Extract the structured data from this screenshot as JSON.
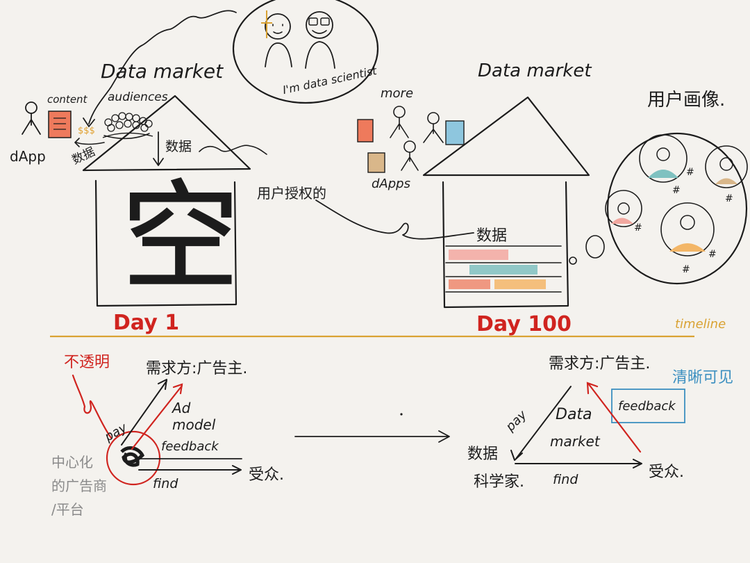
{
  "colors": {
    "ink": "#1c1c1c",
    "red": "#d0241f",
    "timeline": "#d9a233",
    "blue": "#3b8fc0",
    "gray_text": "#8a8a8a",
    "file_orange": "#ee7a5c",
    "file_blue": "#8ec6de",
    "file_tan": "#d9b78a",
    "bar_pink": "#f2a8a0",
    "bar_teal": "#7fc1c0",
    "bar_orange": "#f3b667"
  },
  "top_left": {
    "title": "Data market",
    "cloud_label": "I'm data scientist",
    "content_label": "content",
    "audiences_label": "audiences",
    "money_label": "$$$",
    "dapp_label": "dApp",
    "data_label_left": "数据",
    "data_label_roof": "数据",
    "empty_char": "空",
    "user_authorized": "用户授权的",
    "day": "Day 1"
  },
  "top_right": {
    "title": "Data market",
    "more_label": "more",
    "dapps_label": "dApps",
    "data_label": "数据",
    "user_profile": "用户画像.",
    "hash": "#",
    "day": "Day 100"
  },
  "timeline_label": "timeline",
  "bottom_left": {
    "opaque": "不透明",
    "advertiser": "需求方:广告主.",
    "ad_model": "Ad",
    "ad_model_2": "model",
    "feedback": "feedback",
    "pay": "pay",
    "find": "find",
    "audience": "受众.",
    "centralized_1": "中心化",
    "centralized_2": "的广告商",
    "centralized_3": "/平台"
  },
  "bottom_right": {
    "advertiser": "需求方:广告主.",
    "clear_visible": "清晰可见",
    "feedback": "feedback",
    "pay": "pay",
    "market_1": "Data",
    "market_2": "market",
    "data_scientist_1": "数据",
    "data_scientist_2": "科学家.",
    "find": "find",
    "audience": "受众."
  }
}
